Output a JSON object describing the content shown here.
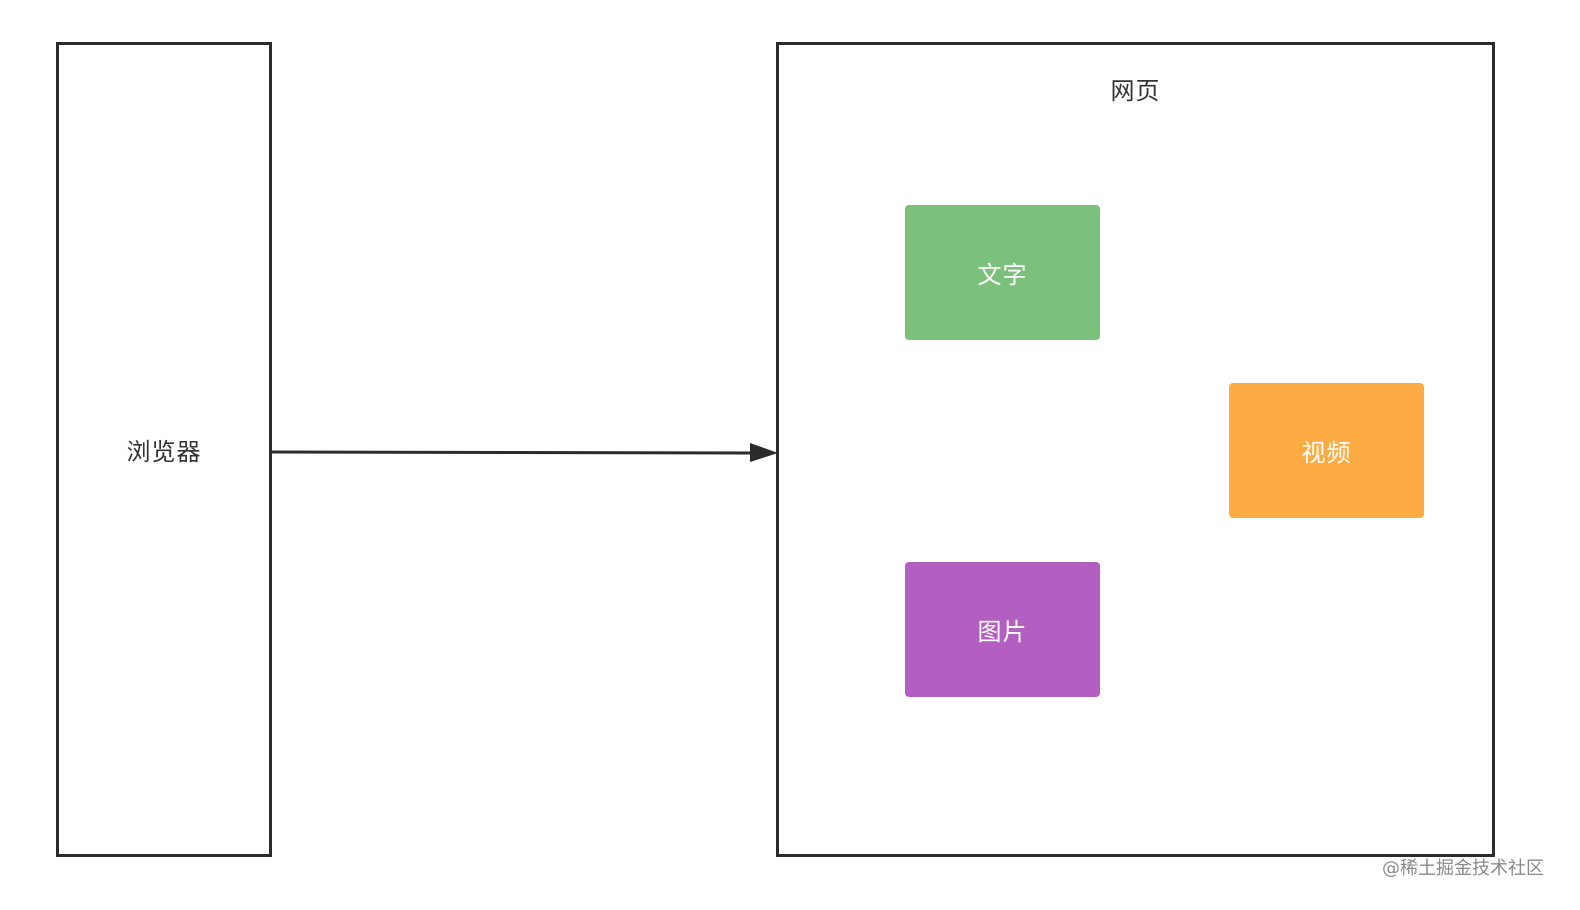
{
  "browser": {
    "label": "浏览器"
  },
  "webpage": {
    "title": "网页",
    "blocks": [
      {
        "label": "文字",
        "color": "#7bc17c"
      },
      {
        "label": "视频",
        "color": "#fdac43"
      },
      {
        "label": "图片",
        "color": "#b35fc1"
      }
    ]
  },
  "watermark": "@稀土掘金技术社区",
  "colors": {
    "border": "#2b2b2b",
    "arrow": "#2b2b2b"
  }
}
